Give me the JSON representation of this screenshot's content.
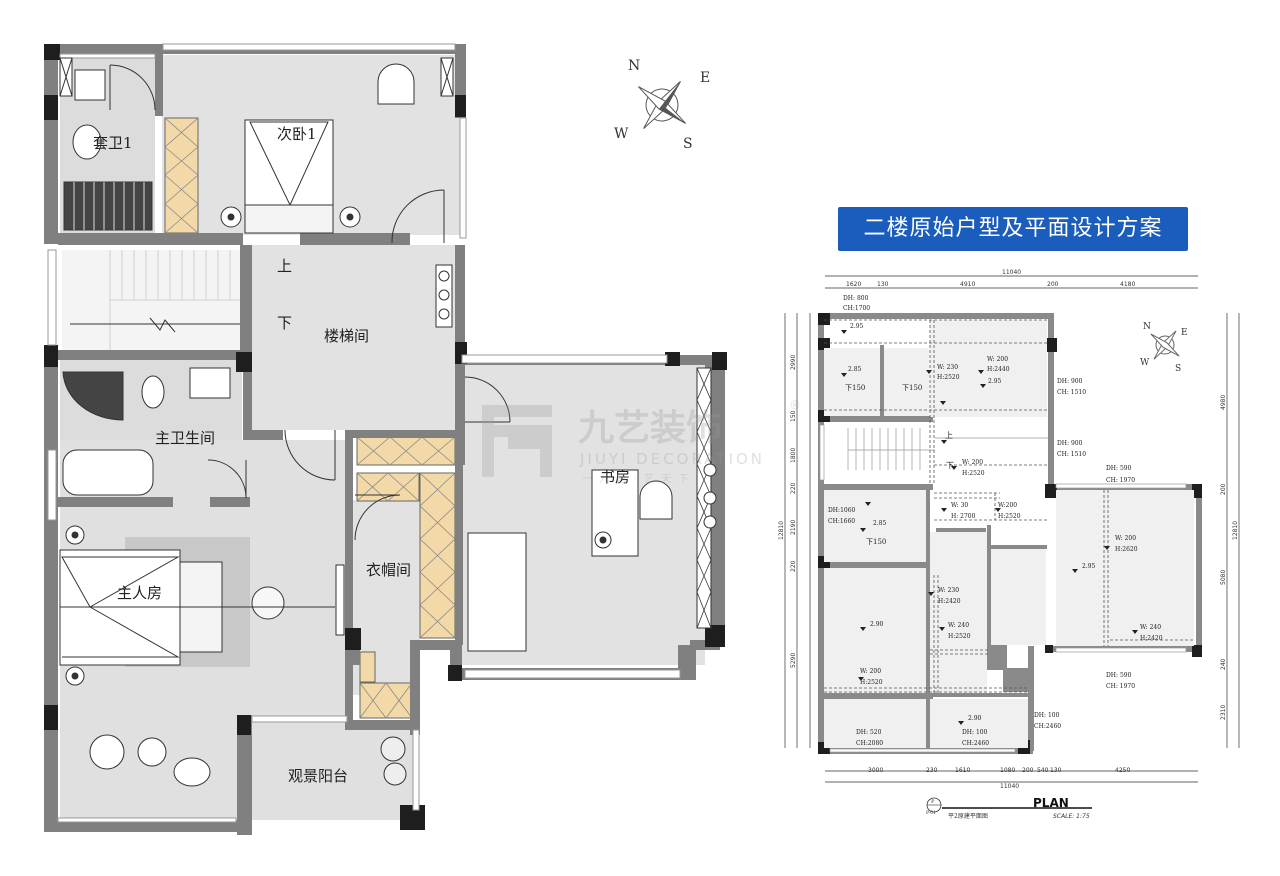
{
  "title": "二楼原始户型及平面设计方案",
  "rooms": {
    "suite_bath": "套卫1",
    "second_bedroom": "次卧1",
    "stairwell": "楼梯间",
    "up": "上",
    "down": "下",
    "master_bath": "主卫生间",
    "study": "书房",
    "master_bedroom": "主人房",
    "cloakroom": "衣帽间",
    "balcony": "观景阳台"
  },
  "watermark": {
    "brand": "九艺装饰",
    "registered": "®",
    "latin": "JIUYI DECORATION",
    "slogan": "一 九 鼎 · 艺 天 下"
  },
  "compass": {
    "n": "N",
    "e": "E",
    "s": "S",
    "w": "W"
  },
  "original_plan": {
    "top_dims": {
      "total": "11040",
      "parts": [
        "1620",
        "130",
        "4910",
        "200",
        "4180"
      ]
    },
    "bottom_dims": {
      "parts": [
        "3000",
        "230",
        "1610",
        "1080",
        "200",
        "540",
        "130",
        "4250"
      ],
      "total": "11040"
    },
    "left_dims": {
      "total": "12810",
      "parts": [
        "2990",
        "150",
        "1800",
        "220",
        "2190",
        "220",
        "5290"
      ]
    },
    "right_dims": {
      "total": "12810",
      "parts": [
        "4980",
        "200",
        "5080",
        "240",
        "2310"
      ]
    },
    "annotations": {
      "dh800": "DH: 800",
      "ch1700": "CH:1700",
      "lv295a": "2.95",
      "lv285a": "2.85",
      "drop150a": "下150",
      "drop150b": "下150",
      "w230a": "W: 230",
      "h2520a": "H:2520",
      "w200a": "W: 200",
      "h2440": "H:2440",
      "lv295b": "2.95",
      "dh900a": "DH: 900",
      "ch1510a": "CH: 1510",
      "dh900b": "DH: 900",
      "ch1510b": "CH: 1510",
      "up": "上",
      "down": "下",
      "w200b": "W: 200",
      "h2520b": "H:2520",
      "dh590a": "DH: 590",
      "ch1970a": "CH: 1970",
      "dh1060": "DH:1060",
      "ch1660": "CH:1660",
      "lv285b": "2.85",
      "drop150c": "下150",
      "w30": "W: 30",
      "h2700": "H: 2700",
      "w200c": "W:200",
      "h2520c": "H:2520",
      "w200d": "W: 200",
      "h2620": "H:2620",
      "lv295c": "2.95",
      "w230b": "W: 230",
      "h2420a": "H:2420",
      "lv290a": "2.90",
      "w240a": "W: 240",
      "h2520d": "H:2520",
      "w240b": "W: 240",
      "h2420b": "H:2420",
      "w200e": "W: 200",
      "h2520e": "H:2520",
      "dh590b": "DH: 590",
      "ch1970b": "CH: 1970",
      "dh520": "DH: 520",
      "ch2080": "CH:2080",
      "dh100a": "DH: 100",
      "ch2460a": "CH:2460",
      "lv290b": "2.90",
      "dh100b": "DH: 100",
      "ch2460b": "CH:2460"
    },
    "plan_word": "PLAN",
    "sheet_label": "P",
    "sheet_number": "P-01",
    "sheet_caption": "平2原建平面图",
    "scale": "SCALE: 1:75"
  }
}
